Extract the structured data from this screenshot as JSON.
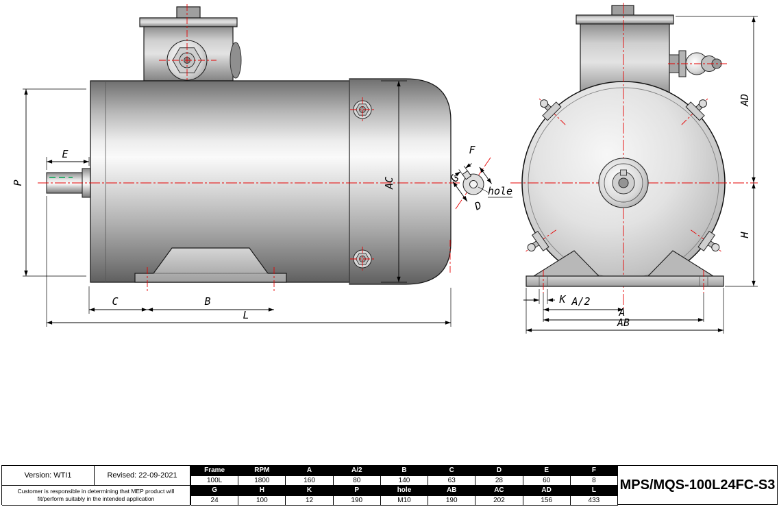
{
  "drawing": {
    "dimension_labels": {
      "P": "P",
      "E": "E",
      "C": "C",
      "B": "B",
      "L": "L",
      "AC": "AC",
      "F": "F",
      "G": "G",
      "D": "D",
      "hole": "hole",
      "K": "K",
      "A_half": "A/2",
      "A": "A",
      "AB": "AB",
      "AD": "AD",
      "H": "H"
    },
    "colors": {
      "centerline_red": "#e60000",
      "keyway_green": "#00a651",
      "body_gray": "#c8c8c8"
    }
  },
  "table": {
    "rows": [
      {
        "type": "header",
        "cells": [
          "Frame",
          "RPM",
          "A",
          "A/2",
          "B",
          "C",
          "D",
          "E",
          "F"
        ]
      },
      {
        "type": "values",
        "cells": [
          "100L",
          "1800",
          "160",
          "80",
          "140",
          "63",
          "28",
          "60",
          "8"
        ]
      },
      {
        "type": "header",
        "cells": [
          "G",
          "H",
          "K",
          "P",
          "hole",
          "AB",
          "AC",
          "AD",
          "L"
        ]
      },
      {
        "type": "values",
        "cells": [
          "24",
          "100",
          "12",
          "190",
          "M10",
          "190",
          "202",
          "156",
          "433"
        ]
      }
    ]
  },
  "title_block": {
    "version": "Version: WTI1",
    "revised": "Revised: 22-09-2021",
    "disclaimer": "Customer is responsible in determining that MEP product will fit/perform suitably in the intended application",
    "part_number": "MPS/MQS-100L24FC-S3"
  }
}
